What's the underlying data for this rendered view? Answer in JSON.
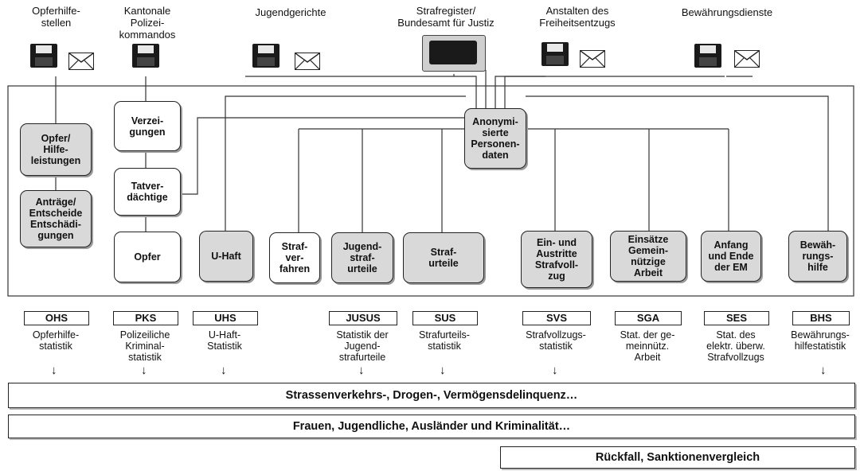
{
  "sources": [
    {
      "label": "Opferhilfe-\nstellen",
      "icons": [
        "disk-icon",
        "envelope-icon"
      ]
    },
    {
      "label": "Kantonale\nPolizei-\nkommandos",
      "icons": [
        "disk-icon"
      ]
    },
    {
      "label": "Jugendgerichte",
      "icons": [
        "disk-icon",
        "envelope-icon"
      ]
    },
    {
      "label": "Strafregister/\nBundesamt für Justiz",
      "icons": [
        "monitor-icon"
      ]
    },
    {
      "label": "Anstalten des\nFreiheitsentzugs",
      "icons": [
        "disk-icon",
        "envelope-icon"
      ]
    },
    {
      "label": "Bewährungsdienste",
      "icons": [
        "disk-icon",
        "envelope-icon"
      ]
    }
  ],
  "nodes": {
    "anon": "Anonymi-\nsierte\nPersonen-\ndaten",
    "opfer_hilfe": "Opfer/\nHilfe-\nleistungen",
    "antraege": "Anträge/\nEntscheide\nEntschädi-\ngungen",
    "verzeigungen": "Verzei-\ngungen",
    "tatverdaechtige": "Tatver-\ndächtige",
    "opfer": "Opfer",
    "uhaft": "U-Haft",
    "strafverfahren": "Straf-\nver-\nfahren",
    "jugendstrafurteile": "Jugend-\nstraf-\nurteile",
    "strafurteile": "Straf-\nurteile",
    "strafvollzug": "Ein- und\nAustritte\nStrafvoll-\nzug",
    "gemeinnuetzig": "Einsätze\nGemein-\nnützige\nArbeit",
    "em": "Anfang\nund Ende\nder EM",
    "bewaehrungshilfe": "Bewäh-\nrungs-\nhilfe"
  },
  "statistics": [
    {
      "code": "OHS",
      "desc": "Opferhilfe-\nstatistik"
    },
    {
      "code": "PKS",
      "desc": "Polizeiliche\nKriminal-\nstatistik"
    },
    {
      "code": "UHS",
      "desc": "U-Haft-\nStatistik"
    },
    {
      "code": "JUSUS",
      "desc": "Statistik der\nJugend-\nstrafurteile"
    },
    {
      "code": "SUS",
      "desc": "Strafurteils-\nstatistik"
    },
    {
      "code": "SVS",
      "desc": "Strafvollzugs-\nstatistik"
    },
    {
      "code": "SGA",
      "desc": "Stat. der ge-\nmeinnütz.\nArbeit"
    },
    {
      "code": "SES",
      "desc": "Stat. des\nelektr. überw.\nStrafvollzugs"
    },
    {
      "code": "BHS",
      "desc": "Bewährungs-\nhilfestatistik"
    }
  ],
  "arrow_glyph": "↓",
  "bands": [
    "Strassenverkehrs-, Drogen-, Vermögensdelinquenz…",
    "Frauen, Jugendliche, Ausländer und Kriminalität…",
    "Rückfall, Sanktionenvergleich"
  ],
  "colors": {
    "node_fill": "#d9d9d9",
    "line": "#333333"
  }
}
